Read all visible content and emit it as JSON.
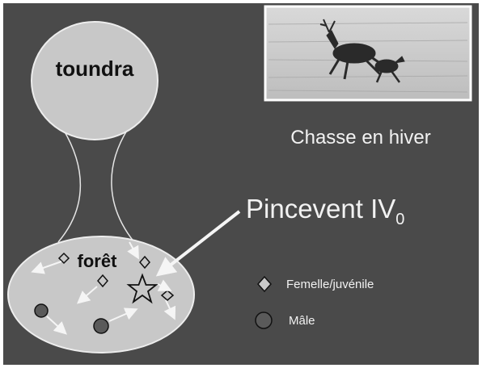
{
  "regions": {
    "tundra_label": "toundra",
    "forest_label": "forêt"
  },
  "photo": {
    "subject": "reindeer-running-photo"
  },
  "caption": "Chasse en hiver",
  "site": {
    "name": "Pincevent IV",
    "subscript": "0"
  },
  "legend": {
    "female_label": "Femelle/juvénile",
    "male_label": "Mâle"
  },
  "colors": {
    "background": "#4a4a4a",
    "region_fill": "#c8c8c8",
    "text_light": "#f2f2f2",
    "text_dark": "#111111",
    "arrow": "#f5f5f5",
    "male_fill": "#5a5a5a"
  }
}
